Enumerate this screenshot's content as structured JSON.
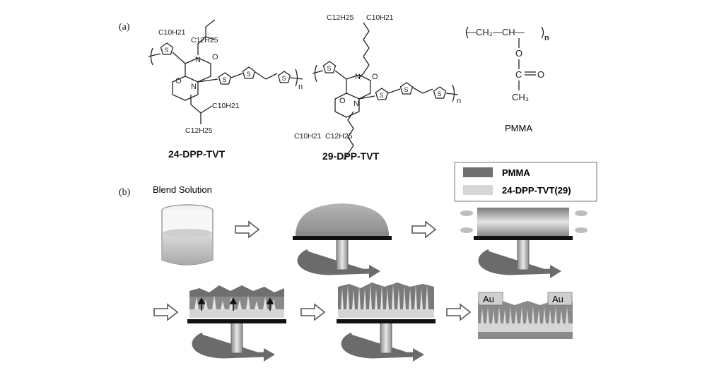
{
  "panel_a": {
    "label": "(a)",
    "compound_1": {
      "name": "24-DPP-TVT",
      "chains": [
        "C10H21",
        "C12H25",
        "C10H21",
        "C12H25"
      ],
      "atoms": {
        "O": "O",
        "N": "N",
        "S": "S",
        "n": "n"
      }
    },
    "compound_2": {
      "name": "29-DPP-TVT",
      "chains": [
        "C12H25",
        "C10H21",
        "C10H21",
        "C12H25"
      ]
    },
    "pmma": {
      "name": "PMMA",
      "backbone": "—CH₂—CH—",
      "repeat": "n",
      "ester_o": "O",
      "carbonyl_c": "C",
      "carbonyl_o": "O",
      "methyl": "CH₃"
    }
  },
  "panel_b": {
    "label": "(b)",
    "blend_label": "Blend Solution",
    "legend": [
      {
        "label": "PMMA",
        "color": "#6f6f6f"
      },
      {
        "label": "24-DPP-TVT(29)",
        "color": "#d6d6d6"
      }
    ],
    "electrode_labels": [
      "Au",
      "Au"
    ]
  },
  "colors": {
    "pmma_layer": "#6f6f6f",
    "polymer_layer": "#d6d6d6",
    "plate": "#111111",
    "arrow_fill": "#ffffff",
    "rotation_arrow": "#6b6b6b"
  }
}
